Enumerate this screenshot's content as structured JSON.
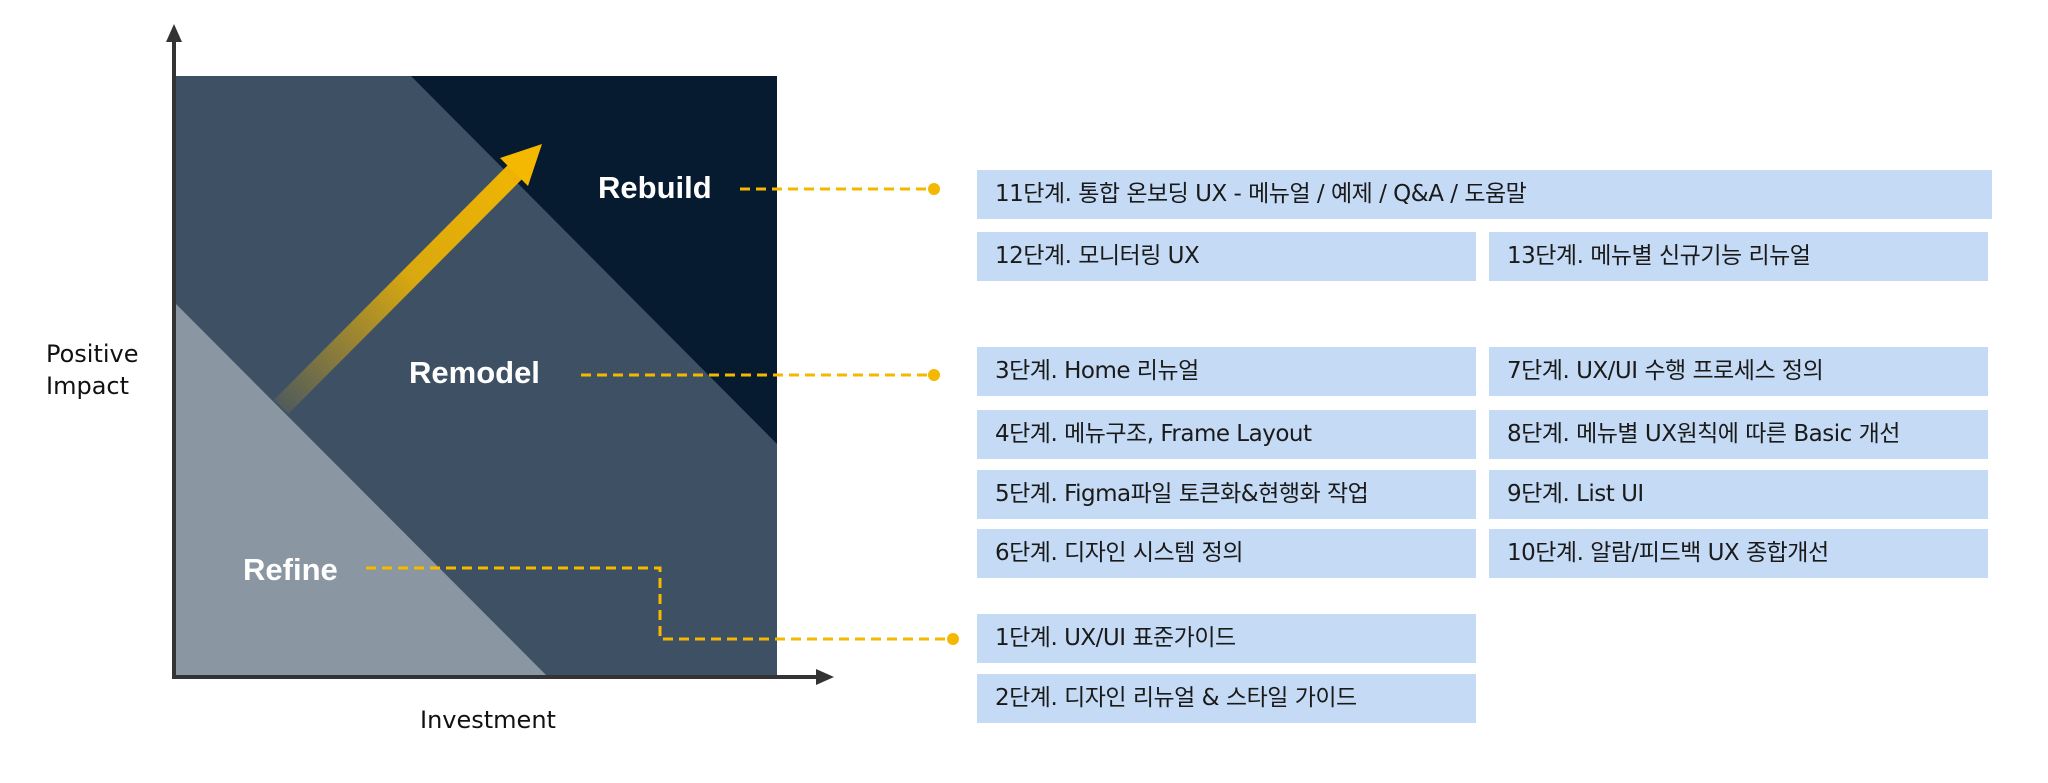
{
  "axes": {
    "y_label_line1": "Positive",
    "y_label_line2": "Impact",
    "x_label": "Investment"
  },
  "zones": {
    "rebuild": "Rebuild",
    "remodel": "Remodel",
    "refine": "Refine"
  },
  "colors": {
    "refine_zone": "#8a96a1",
    "remodel_zone": "#3e5164",
    "rebuild_zone": "#061a30",
    "accent": "#f5b800",
    "box": "#c5daf5"
  },
  "rebuild_steps": [
    "11단계. 통합 온보딩 UX - 메뉴얼 / 예제 / Q&A / 도움말",
    "12단계. 모니터링 UX",
    "13단계. 메뉴별 신규기능 리뉴얼"
  ],
  "remodel_steps": [
    "3단계. Home 리뉴얼",
    "7단계. UX/UI 수행 프로세스 정의",
    "4단계. 메뉴구조, Frame Layout",
    "8단계. 메뉴별 UX원칙에 따른 Basic 개선",
    "5단계. Figma파일  토큰화&현행화 작업",
    "9단계. List UI",
    "6단계. 디자인 시스템 정의",
    "10단계. 알람/피드백 UX 종합개선"
  ],
  "refine_steps": [
    "1단계. UX/UI 표준가이드",
    "2단계. 디자인 리뉴얼 & 스타일 가이드"
  ]
}
